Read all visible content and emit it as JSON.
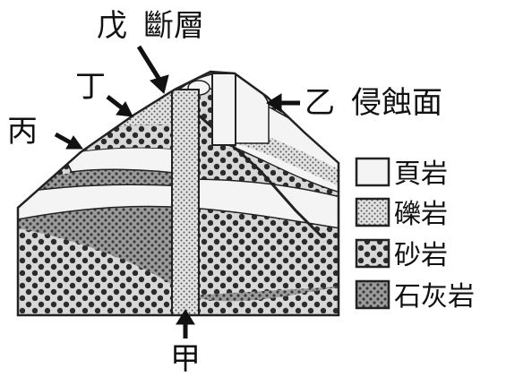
{
  "labels": {
    "wu": "戊",
    "fault": "斷層",
    "ding": "丁",
    "bing": "丙",
    "yi": "乙",
    "erosion": "侵蝕面",
    "jia": "甲"
  },
  "legend": [
    {
      "label": "頁岩",
      "pattern": "shale"
    },
    {
      "label": "礫岩",
      "pattern": "conglomerate"
    },
    {
      "label": "砂岩",
      "pattern": "sandstone"
    },
    {
      "label": "石灰岩",
      "pattern": "limestone"
    }
  ],
  "colors": {
    "outline": "#222222",
    "shale": "#f4f4f4",
    "dot": "#3a3a3a",
    "background": "#ffffff"
  }
}
